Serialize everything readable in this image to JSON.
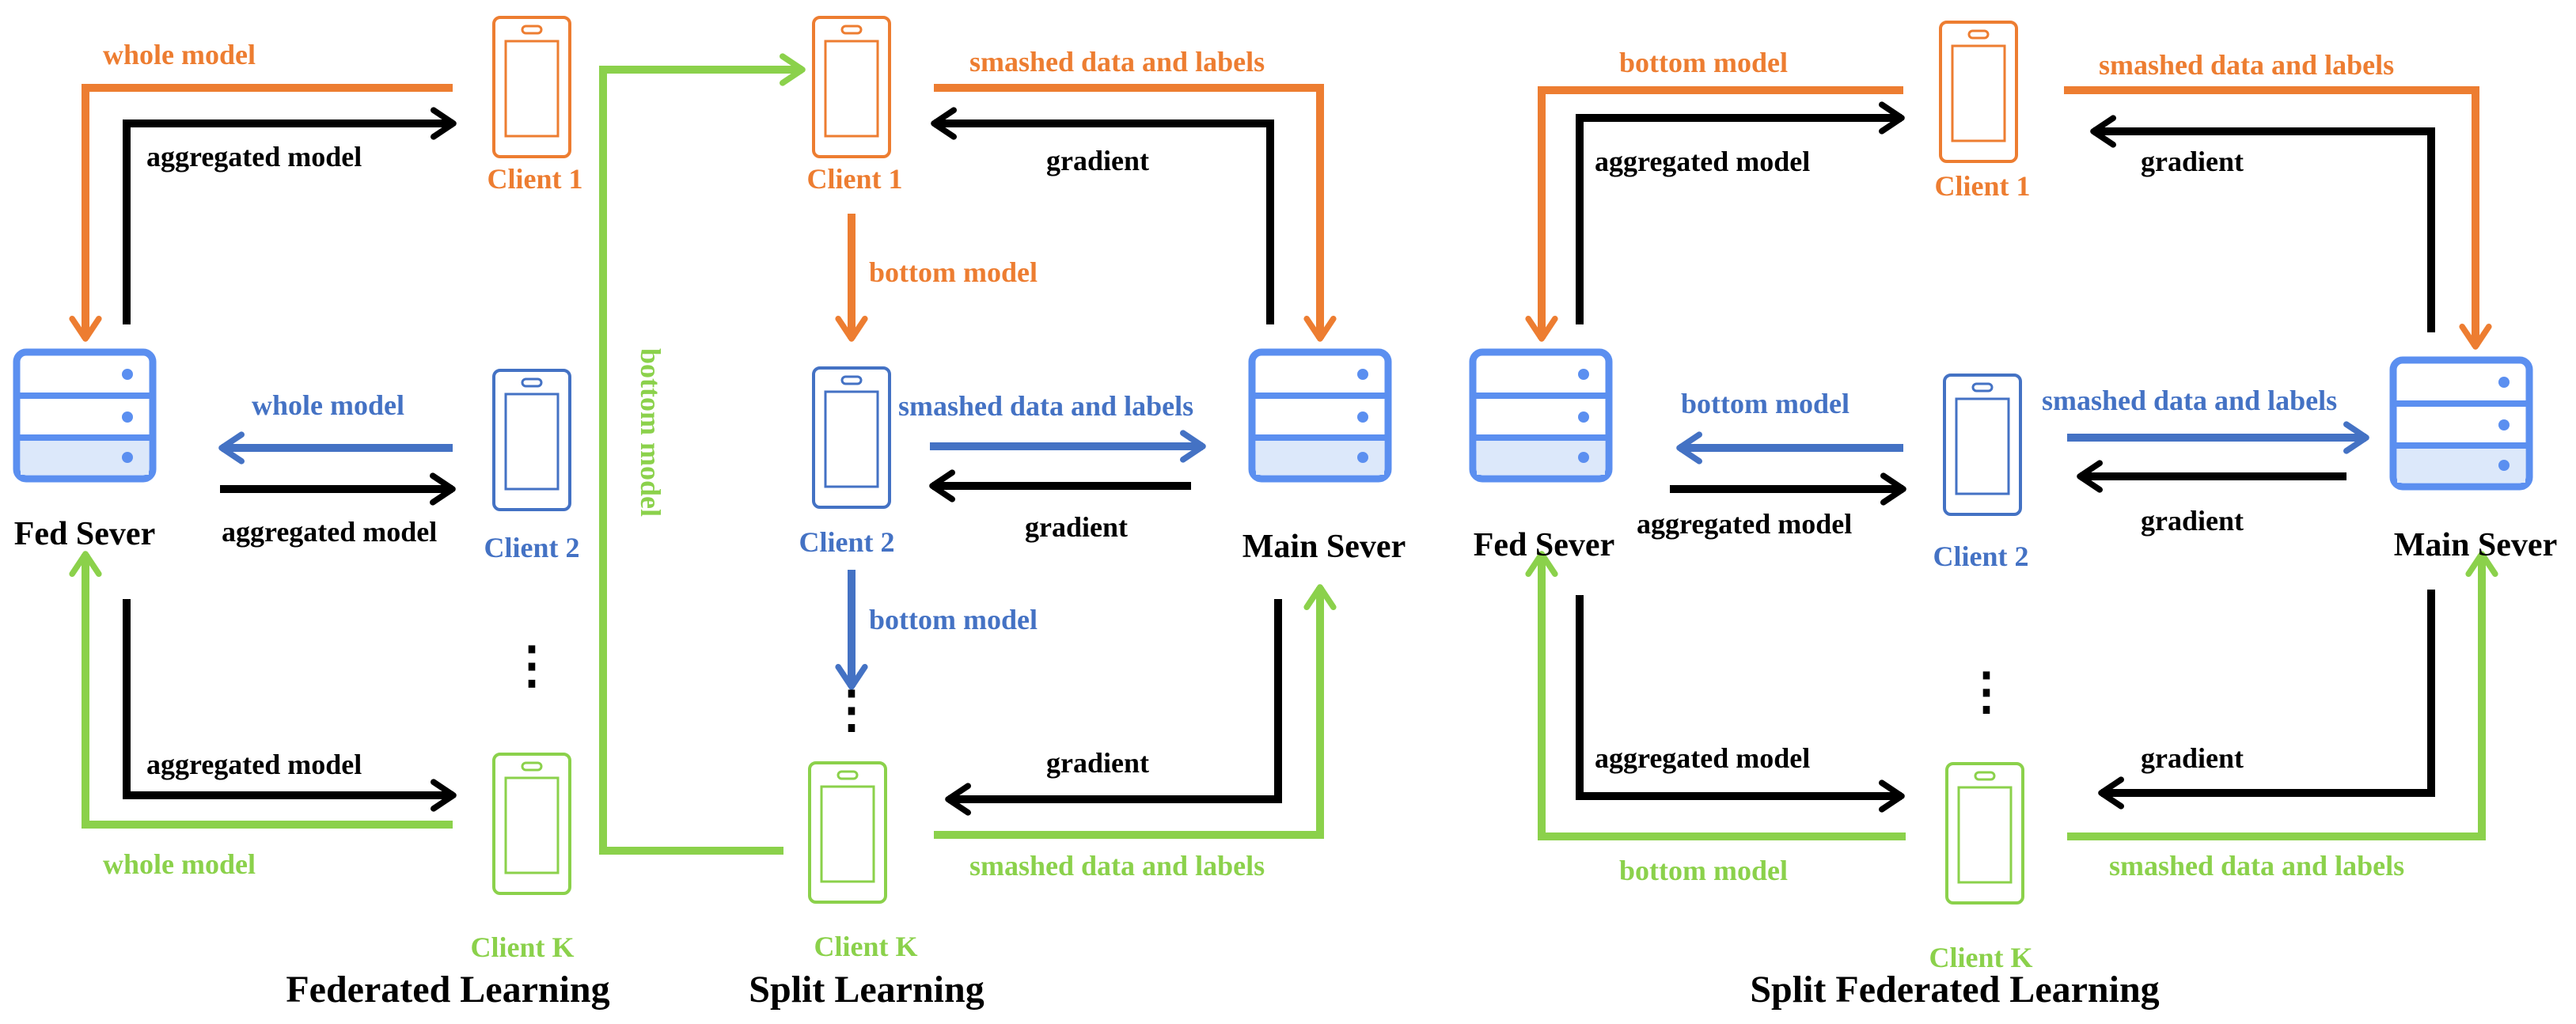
{
  "colors": {
    "orange": "#ED7D31",
    "blue": "#4472C4",
    "green": "#8BD14B",
    "black": "#000000",
    "server_fill": "#DCE8FA",
    "server_stroke": "#5B8FF0"
  },
  "icons": {
    "server": "server-icon",
    "phone": "phone-icon"
  },
  "panel_titles": {
    "fl": "Federated Learning",
    "sl": "Split Learning",
    "sfl": "Split Federated Learning"
  },
  "nodes": {
    "fed_server": "Fed Sever",
    "main_server": "Main Sever",
    "client1": "Client 1",
    "client2": "Client 2",
    "clientk": "Client K",
    "ellipsis": "⋮"
  },
  "edge_labels": {
    "whole_model": "whole model",
    "aggregated_model": "aggregated model",
    "bottom_model": "bottom model",
    "bottom_model_sl": "bottom  model",
    "smashed": "smashed data and labels",
    "gradient": "gradient"
  }
}
